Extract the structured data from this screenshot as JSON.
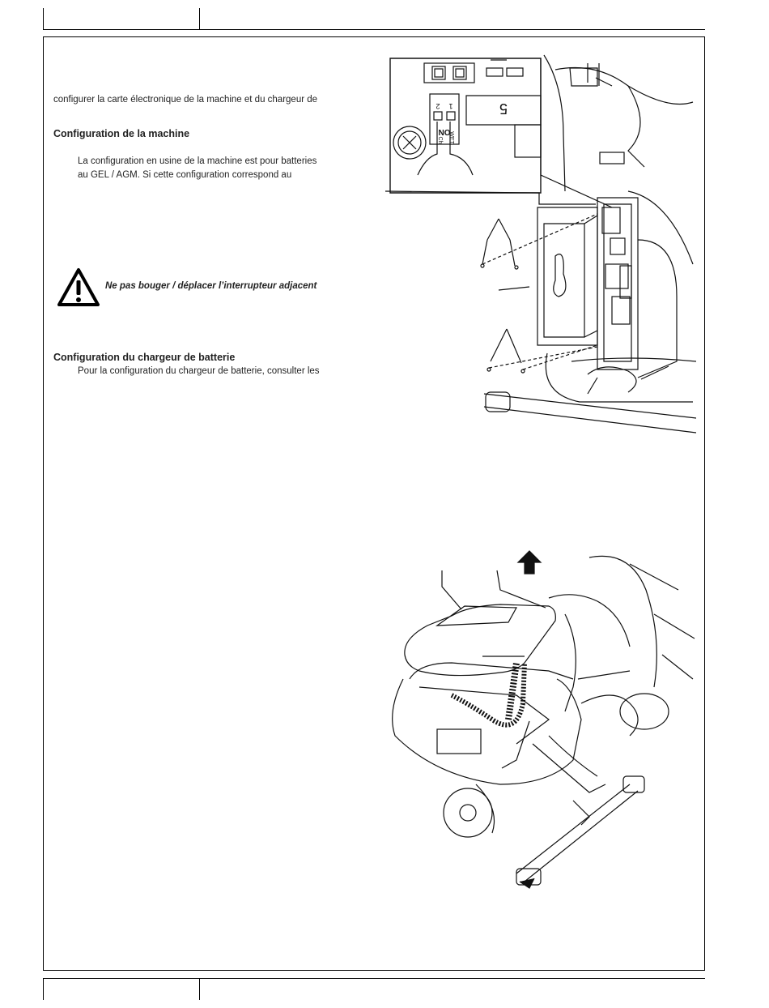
{
  "body": {
    "intro_line": "configurer la carte électronique de la machine et du chargeur de",
    "section1_heading": "Configuration de la machine",
    "section1_lines": [
      "La configuration en usine de la machine est pour batteries",
      "au GEL / AGM. Si cette configuration correspond au"
    ],
    "warning_text": "Ne pas bouger / déplacer l’interrupteur adjacent",
    "section2_heading": "Configuration du chargeur de batterie",
    "section2_line": "Pour la configuration du chargeur de batterie, consulter les"
  },
  "figure1": {
    "switch_label_on": "ON",
    "switch_label_ch": "Ch",
    "switch_label_wet": "WET",
    "switch_num_1": "1",
    "switch_num_2": "2",
    "panel_mark": "5"
  },
  "icons": {
    "warning": "warning-triangle-icon",
    "arrow": "up-arrow-icon"
  }
}
